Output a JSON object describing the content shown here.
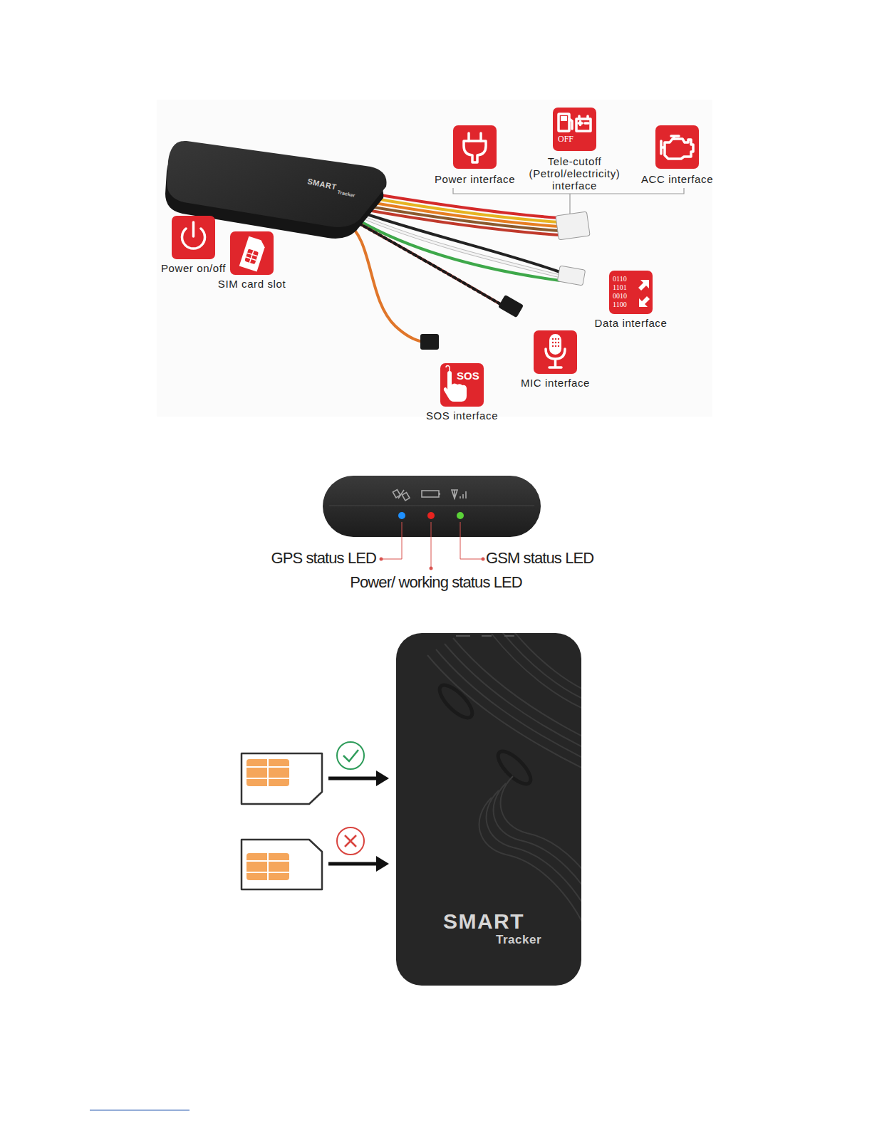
{
  "diagram": {
    "nodes": [
      {
        "text": [
          "Power interface"
        ]
      },
      {
        "text": [
          "OFF",
          "Tele-cutoff (Petrol/electricity) interface"
        ]
      },
      {
        "text": [
          "ACC interface"
        ]
      },
      {
        "text": [
          "Power on/off"
        ]
      },
      {
        "text": [
          "SIM card slot"
        ]
      },
      {
        "text": [
          "0110 1101 0010 1100",
          "Data interface"
        ]
      },
      {
        "text": [
          "MIC interface"
        ]
      },
      {
        "text": [
          "SOS",
          "SOS interface"
        ]
      }
    ],
    "labels": [
      "SMART",
      "Tracker",
      "GPS status LED",
      "Power/ working status LED",
      "GSM status LED",
      "SMART",
      "Tracker"
    ]
  }
}
